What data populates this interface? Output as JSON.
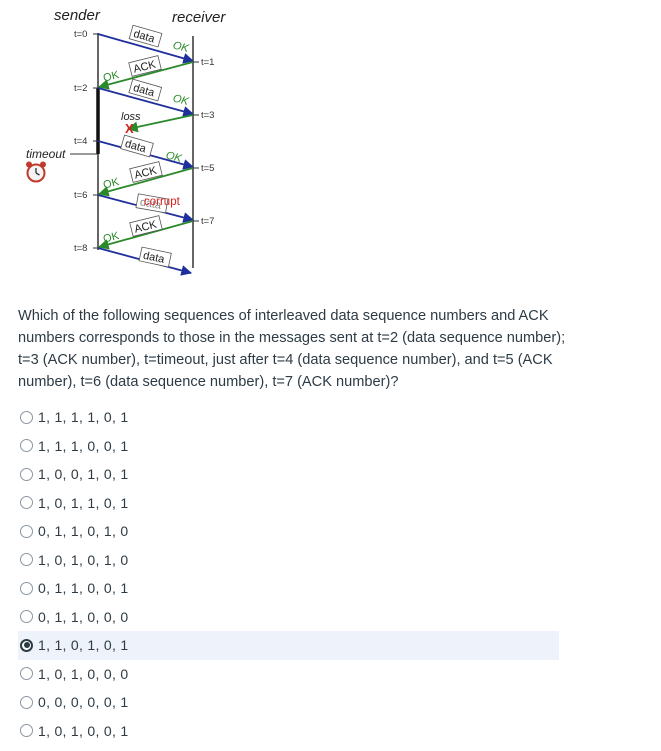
{
  "diagram": {
    "sender_label": "sender",
    "receiver_label": "receiver",
    "timeout_label": "timeout",
    "sender_times": [
      "t=0",
      "t=2",
      "t=4",
      "t=6",
      "t=8"
    ],
    "receiver_times": [
      "t=1",
      "t=3",
      "t=5",
      "t=7"
    ],
    "messages": {
      "data1": "data",
      "ok1": "OK",
      "ack1": "ACK",
      "ok_s1": "OK",
      "data2": "data",
      "ok2": "OK",
      "loss": "loss",
      "loss_mark": "X",
      "data3": "data",
      "ok3": "OK",
      "ack3": "ACK",
      "ok_s3": "OK",
      "data4": "data",
      "corrupt": "corrupt",
      "ack4": "ACK",
      "ok_s4": "OK",
      "data5": "data"
    },
    "colors": {
      "data": "#1f2f9c",
      "ack": "#2a8a2a",
      "loss": "#d62020"
    },
    "icon": "alarm-clock-icon"
  },
  "question": "Which of the following sequences of interleaved data sequence numbers and ACK numbers corresponds to those in the messages sent at t=2 (data sequence number); t=3 (ACK number), t=timeout, just after t=4 (data sequence number), and t=5 (ACK number), t=6 (data sequence number), t=7 (ACK number)?",
  "options": [
    {
      "label": "1, 1, 1, 1, 0, 1",
      "selected": false
    },
    {
      "label": "1, 1, 1, 0, 0, 1",
      "selected": false
    },
    {
      "label": "1, 0, 0, 1, 0, 1",
      "selected": false
    },
    {
      "label": "1, 0, 1, 1, 0, 1",
      "selected": false
    },
    {
      "label": "0, 1, 1, 0, 1, 0",
      "selected": false
    },
    {
      "label": "1, 0, 1, 0, 1, 0",
      "selected": false
    },
    {
      "label": "0, 1, 1, 0, 0, 1",
      "selected": false
    },
    {
      "label": "0, 1, 1, 0, 0, 0",
      "selected": false
    },
    {
      "label": "1, 1, 0, 1, 0, 1",
      "selected": true
    },
    {
      "label": "1, 0, 1, 0, 0, 0",
      "selected": false
    },
    {
      "label": "0, 0, 0, 0, 0, 1",
      "selected": false
    },
    {
      "label": "1, 0, 1, 0, 0, 1",
      "selected": false
    }
  ]
}
